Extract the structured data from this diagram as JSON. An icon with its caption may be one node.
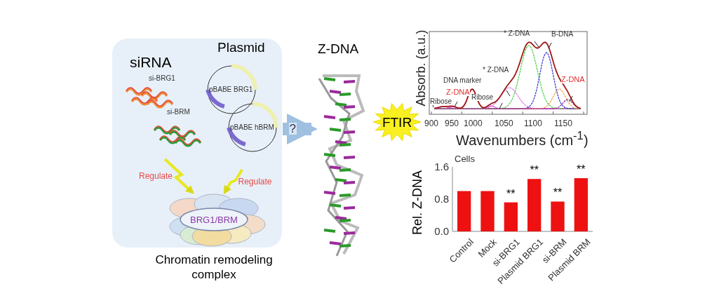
{
  "diagram": {
    "nodes": [
      {
        "text": [],
        "shape": "box"
      },
      {
        "text": [
          "siRNA",
          "si-BRG1",
          "si-BRM"
        ],
        "in": 0
      },
      {
        "text": [
          "Plasmid",
          "pBABE BRG1",
          "pBABE hBRM"
        ],
        "in": 0
      },
      {
        "text": [
          "BRG1/BRM"
        ],
        "in": 0,
        "beside": [
          "Chromatin remodeling complex"
        ]
      },
      {
        "text": [
          "Z-DNA"
        ]
      },
      {
        "text": [
          "FTIR"
        ]
      },
      {
        "text": [],
        "shape": "picture"
      },
      {
        "text": [],
        "shape": "picture"
      }
    ],
    "edges": [
      {
        "from": 1,
        "to": 3,
        "arrow": "to",
        "label": "Regulate"
      },
      {
        "from": 2,
        "to": 3,
        "arrow": "to",
        "label": "Regulate"
      },
      {
        "from": 0,
        "to": 4,
        "arrow": "to",
        "label": "?",
        "style": "thick",
        "color": "#9fc0e0"
      }
    ],
    "labels": [
      "* Z-DNA",
      "B-DNA",
      "Absorb. (a.u.)",
      "* Z-DNA",
      "DNA marker",
      "Z-DNA",
      "Z-DNA",
      "Ribose",
      "Ribose",
      "900",
      "950",
      "1000",
      "1050",
      "1100",
      "1150",
      "Wavenumbers (cm$^{-1}$)"
    ],
    "chart_data": {
      "type": "bar",
      "title": "Cells",
      "ylabel": "Rel. Z-DNA",
      "categories": [
        "Control",
        "Mock",
        "si-BRG1",
        "Plasmid BRG1",
        "si-BRM",
        "Plasmid BRM"
      ],
      "series": [
        {
          "color": "#ee1111",
          "values": [
            1.0,
            1.0,
            0.72,
            1.3,
            0.74,
            1.32
          ]
        }
      ],
      "ylim": [
        0,
        1.6
      ],
      "yticks": [
        {
          "value": 0,
          "label": "0.0"
        },
        {
          "value": 0.8,
          "label": "0.8"
        },
        {
          "value": 1.6,
          "label": "1.6"
        }
      ],
      "annotations": [
        {
          "x": "si-BRG1",
          "y": 0.72,
          "text": "**"
        },
        {
          "x": "Plasmid BRG1",
          "y": 1.3,
          "text": "**"
        },
        {
          "x": "si-BRM",
          "y": 0.74,
          "text": "**"
        },
        {
          "x": "Plasmid BRM",
          "y": 1.32,
          "text": "**"
        }
      ]
    }
  }
}
